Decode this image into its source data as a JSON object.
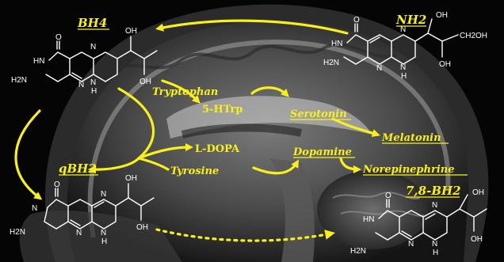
{
  "colors": {
    "label": "#f7ef1e",
    "structure": "#ffffff",
    "background": "#000000"
  },
  "compounds": {
    "bh4": "BH4",
    "nh2": "NH2",
    "qbh2": "qBH2",
    "dihydrobiopterin": "7,8-BH2"
  },
  "metabolites": {
    "tryptophan": "Tryptophan",
    "htrp": "5-HTrp",
    "serotonin": "Serotonin",
    "melatonin": "Melatonin",
    "ldopa": "L-DOPA",
    "tyrosine": "Tyrosine",
    "dopamine": "Dopamine",
    "norepinephrine": "Norepinephrine"
  },
  "atoms": {
    "o": "O",
    "hn": "HN",
    "n": "N",
    "h": "H",
    "h2n": "H2N",
    "oh": "OH",
    "ch2oh": "CH2OH"
  }
}
